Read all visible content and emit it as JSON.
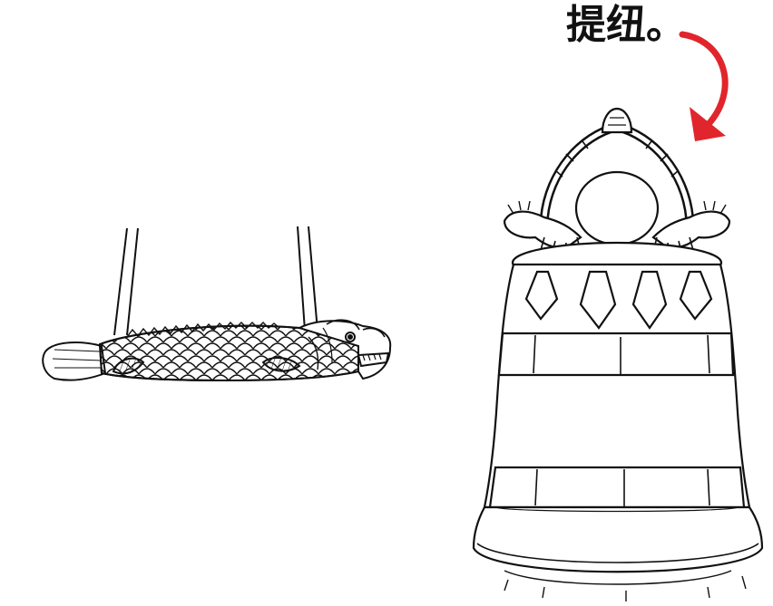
{
  "illustration": {
    "label_text": "提纽。",
    "objects": [
      "hanging-wooden-fish",
      "bronze-bell"
    ],
    "colors": {
      "line": "#111111",
      "arrow": "#e0262c",
      "background": "#ffffff"
    }
  }
}
